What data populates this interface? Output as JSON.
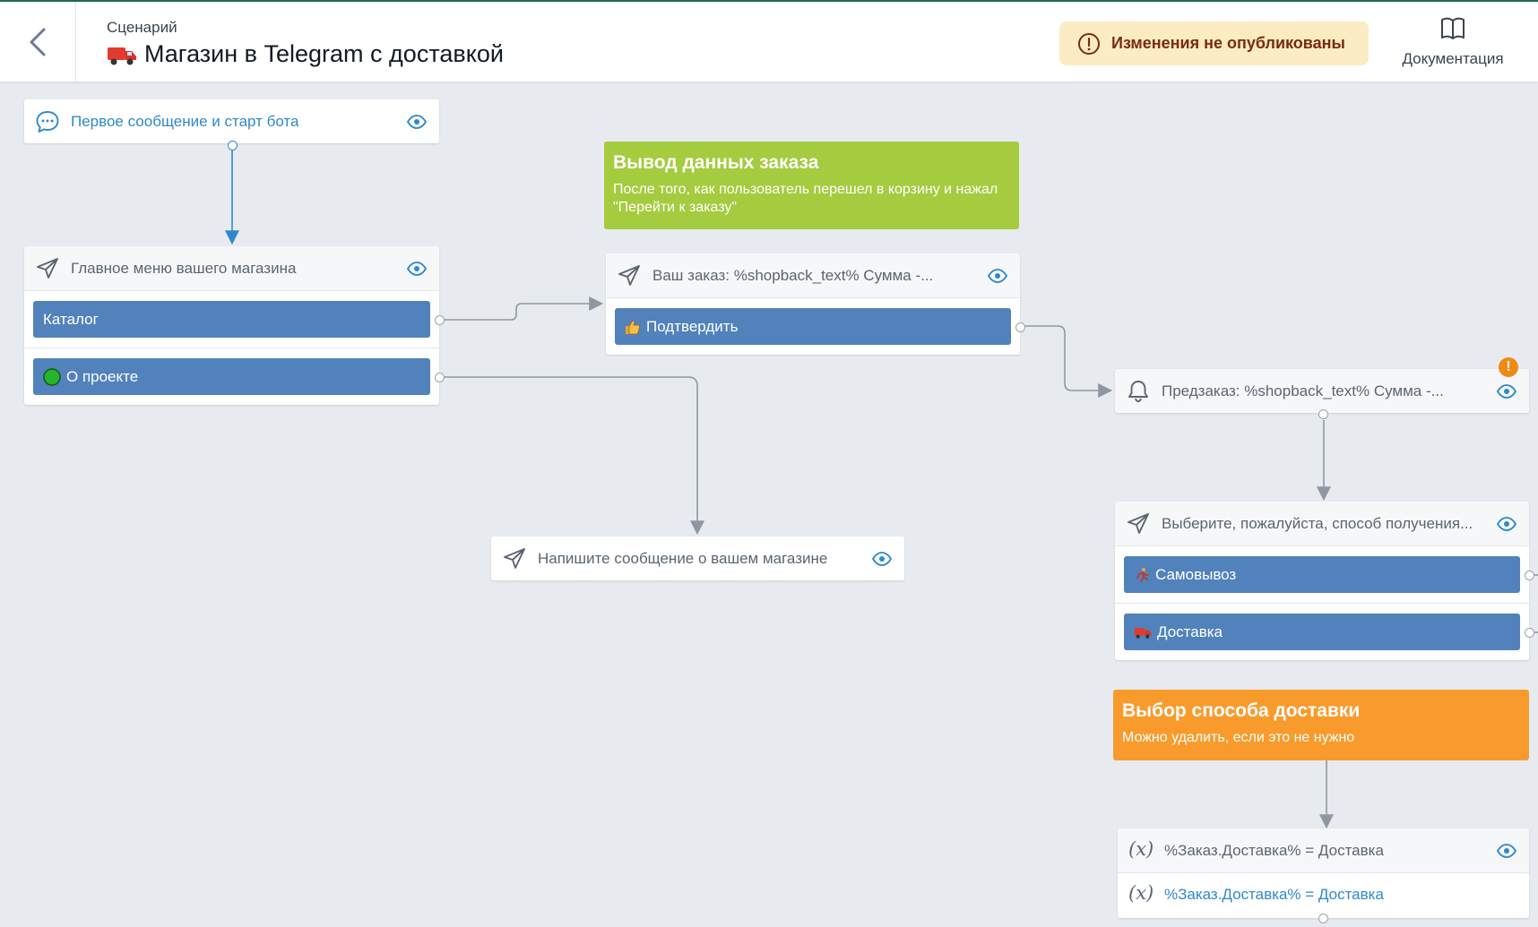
{
  "header": {
    "subtitle": "Сценарий",
    "title": "Магазин в Telegram с доставкой",
    "status": "Изменения не опубликованы",
    "docs_label": "Документация"
  },
  "colors": {
    "button": "#5282bc",
    "note_green": "#a5cb3f",
    "note_orange": "#f89b2c",
    "link": "#2e89c9"
  },
  "nodes": {
    "start": {
      "label": "Первое сообщение и старт бота",
      "icon": "chat-bubble-icon"
    },
    "main_menu": {
      "label": "Главное меню вашего магазина",
      "icon": "send-icon",
      "buttons": [
        "Каталог",
        "О проекте"
      ]
    },
    "note_order": {
      "title": "Вывод данных заказа",
      "text": "После того, как пользователь перешел в корзину и нажал \"Перейти к заказу\""
    },
    "order": {
      "label": "Ваш заказ: %shopback_text% Сумма -...",
      "icon": "send-icon",
      "buttons": [
        "Подтвердить"
      ]
    },
    "about": {
      "label": "Напишите сообщение о вашем магазине",
      "icon": "send-icon"
    },
    "preorder": {
      "label": "Предзаказ: %shopback_text% Сумма -...",
      "icon": "bell-icon",
      "alert": "!"
    },
    "delivery_choice": {
      "label": "Выберите, пожалуйста, способ получения...",
      "icon": "send-icon",
      "buttons": [
        "Самовывоз",
        "Доставка"
      ]
    },
    "note_delivery": {
      "title": "Выбор способа доставки",
      "text": "Можно удалить, если это не нужно"
    },
    "variable": {
      "label": "%Заказ.Доставка% = Доставка",
      "row": "%Заказ.Доставка% = Доставка",
      "icon_text": "(x)"
    }
  }
}
